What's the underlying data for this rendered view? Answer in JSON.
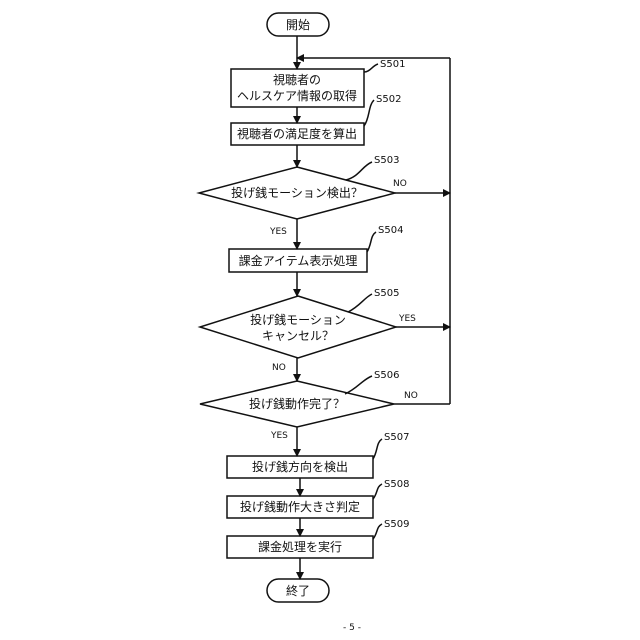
{
  "flowchart": {
    "start": "開始",
    "end": "終了",
    "steps": [
      {
        "id": "S501",
        "lines": [
          "視聴者の",
          "ヘルスケア情報の取得"
        ]
      },
      {
        "id": "S502",
        "lines": [
          "視聴者の満足度を算出"
        ]
      },
      {
        "id": "S503",
        "lines": [
          "投げ銭モーション検出？"
        ],
        "yes": "YES",
        "no": "NO"
      },
      {
        "id": "S504",
        "lines": [
          "課金アイテム表示処理"
        ]
      },
      {
        "id": "S505",
        "lines": [
          "投げ銭モーション",
          "キャンセル？"
        ],
        "yes": "YES",
        "no": "NO"
      },
      {
        "id": "S506",
        "lines": [
          "投げ銭動作完了？"
        ],
        "yes": "YES",
        "no": "NO"
      },
      {
        "id": "S507",
        "lines": [
          "投げ銭方向を検出"
        ]
      },
      {
        "id": "S508",
        "lines": [
          "投げ銭動作大きさ判定"
        ]
      },
      {
        "id": "S509",
        "lines": [
          "課金処理を実行"
        ]
      }
    ]
  },
  "page_number": "- 5 -"
}
